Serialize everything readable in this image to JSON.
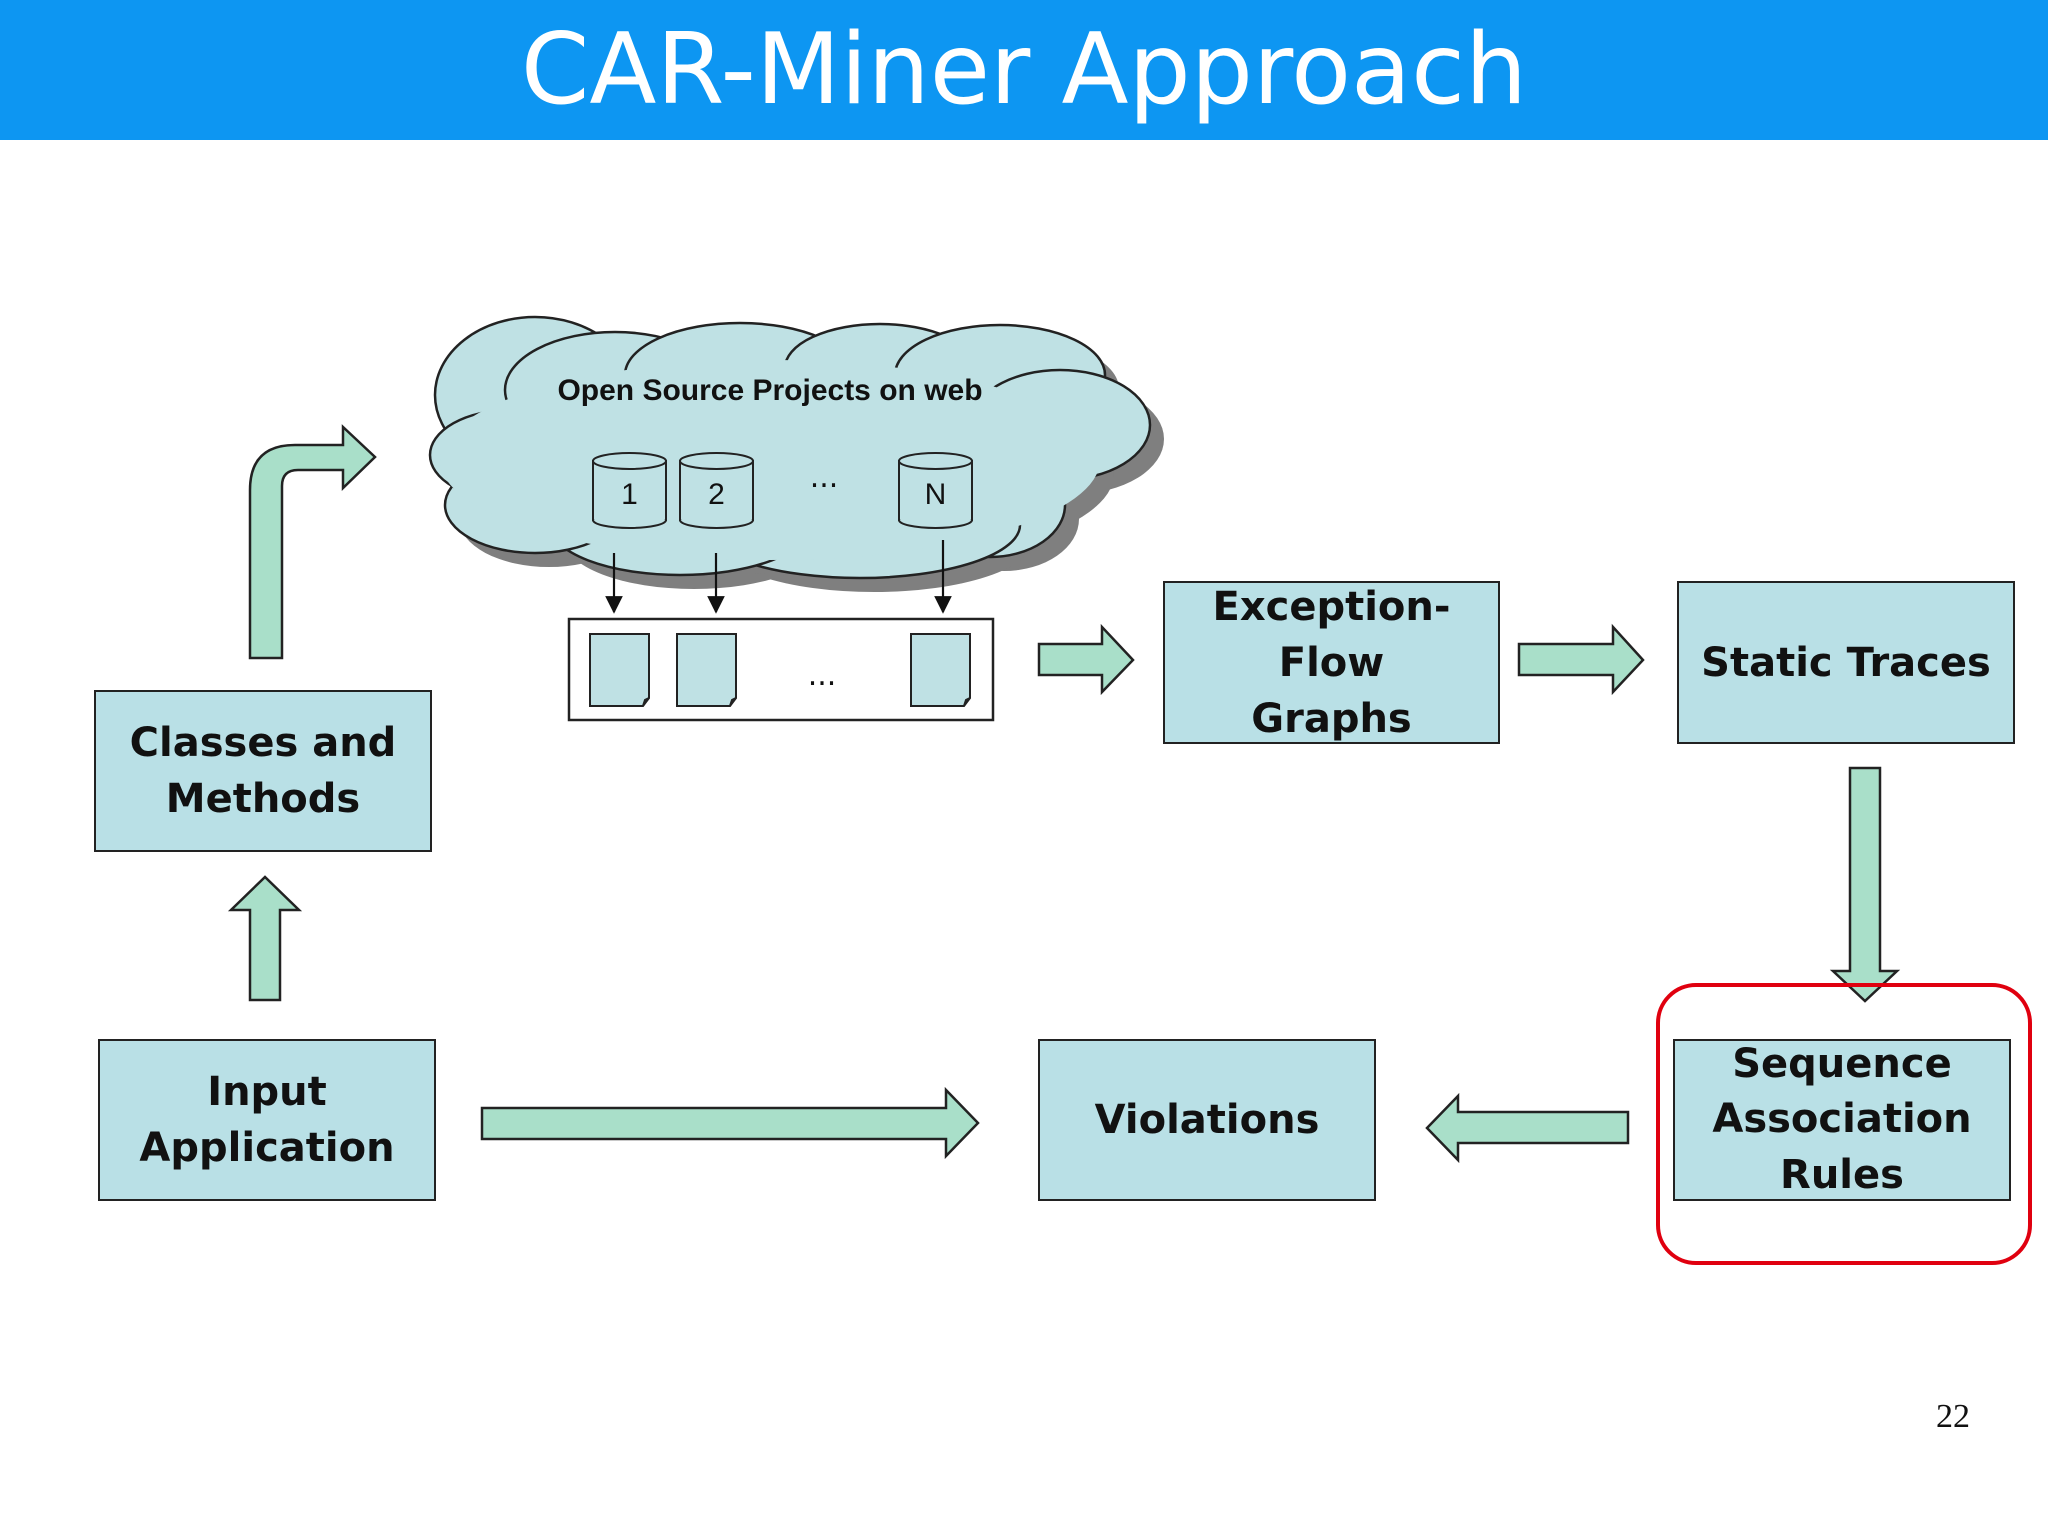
{
  "slide": {
    "title": "CAR-Miner Approach",
    "page_number": "22",
    "accent_color": "#0d96f2",
    "box_color": "#b9e0e6",
    "arrow_color": "#a9dfc9",
    "highlight_color": "#e0000f"
  },
  "cloud": {
    "label": "Open Source Projects on web",
    "repositories": [
      "1",
      "2",
      "N"
    ],
    "ellipsis": "..."
  },
  "documents": {
    "ellipsis": "..."
  },
  "boxes": {
    "classes_methods": "Classes and\nMethods",
    "input_application": "Input\nApplication",
    "exception_flow_graphs": "Exception-Flow\nGraphs",
    "static_traces": "Static Traces",
    "sequence_rules": "Sequence\nAssociation\nRules",
    "violations": "Violations"
  }
}
